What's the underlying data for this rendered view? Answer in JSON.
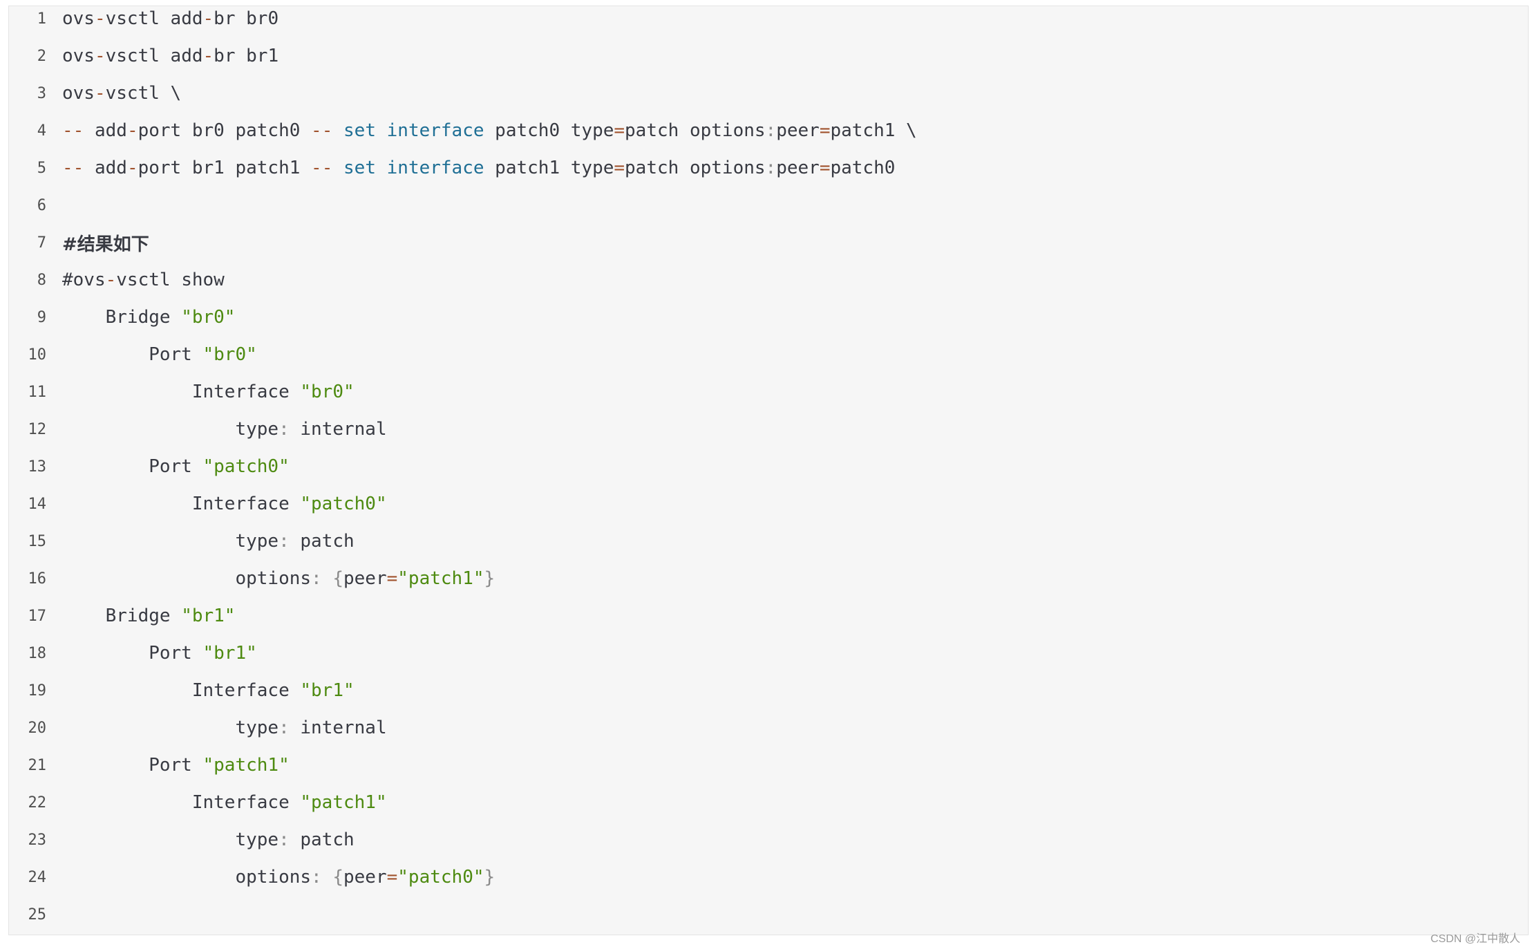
{
  "code_lines": [
    {
      "n": "1",
      "tokens": [
        {
          "t": "ovs",
          "c": ""
        },
        {
          "t": "-",
          "c": "op"
        },
        {
          "t": "vsctl add",
          "c": ""
        },
        {
          "t": "-",
          "c": "op"
        },
        {
          "t": "br br0",
          "c": ""
        }
      ]
    },
    {
      "n": "2",
      "tokens": [
        {
          "t": "ovs",
          "c": ""
        },
        {
          "t": "-",
          "c": "op"
        },
        {
          "t": "vsctl add",
          "c": ""
        },
        {
          "t": "-",
          "c": "op"
        },
        {
          "t": "br br1",
          "c": ""
        }
      ]
    },
    {
      "n": "3",
      "tokens": [
        {
          "t": "ovs",
          "c": ""
        },
        {
          "t": "-",
          "c": "op"
        },
        {
          "t": "vsctl \\",
          "c": ""
        }
      ]
    },
    {
      "n": "4",
      "tokens": [
        {
          "t": "--",
          "c": "op"
        },
        {
          "t": " add",
          "c": ""
        },
        {
          "t": "-",
          "c": "op"
        },
        {
          "t": "port br0 patch0 ",
          "c": ""
        },
        {
          "t": "--",
          "c": "op"
        },
        {
          "t": " ",
          "c": ""
        },
        {
          "t": "set",
          "c": "kw"
        },
        {
          "t": " ",
          "c": ""
        },
        {
          "t": "interface",
          "c": "kw"
        },
        {
          "t": " patch0 type",
          "c": ""
        },
        {
          "t": "=",
          "c": "op"
        },
        {
          "t": "patch options",
          "c": ""
        },
        {
          "t": ":",
          "c": "punc"
        },
        {
          "t": "peer",
          "c": ""
        },
        {
          "t": "=",
          "c": "op"
        },
        {
          "t": "patch1 \\",
          "c": ""
        }
      ]
    },
    {
      "n": "5",
      "tokens": [
        {
          "t": "--",
          "c": "op"
        },
        {
          "t": " add",
          "c": ""
        },
        {
          "t": "-",
          "c": "op"
        },
        {
          "t": "port br1 patch1 ",
          "c": ""
        },
        {
          "t": "--",
          "c": "op"
        },
        {
          "t": " ",
          "c": ""
        },
        {
          "t": "set",
          "c": "kw"
        },
        {
          "t": " ",
          "c": ""
        },
        {
          "t": "interface",
          "c": "kw"
        },
        {
          "t": " patch1 type",
          "c": ""
        },
        {
          "t": "=",
          "c": "op"
        },
        {
          "t": "patch options",
          "c": ""
        },
        {
          "t": ":",
          "c": "punc"
        },
        {
          "t": "peer",
          "c": ""
        },
        {
          "t": "=",
          "c": "op"
        },
        {
          "t": "patch0",
          "c": ""
        }
      ]
    },
    {
      "n": "6",
      "tokens": []
    },
    {
      "n": "7",
      "tokens": [
        {
          "t": "#结果如下",
          "c": "comment"
        }
      ]
    },
    {
      "n": "8",
      "tokens": [
        {
          "t": "#ovs",
          "c": ""
        },
        {
          "t": "-",
          "c": "op"
        },
        {
          "t": "vsctl show",
          "c": ""
        }
      ]
    },
    {
      "n": "9",
      "tokens": [
        {
          "t": "    Bridge ",
          "c": ""
        },
        {
          "t": "\"br0\"",
          "c": "str"
        }
      ]
    },
    {
      "n": "10",
      "tokens": [
        {
          "t": "        Port ",
          "c": ""
        },
        {
          "t": "\"br0\"",
          "c": "str"
        }
      ]
    },
    {
      "n": "11",
      "tokens": [
        {
          "t": "            Interface ",
          "c": ""
        },
        {
          "t": "\"br0\"",
          "c": "str"
        }
      ]
    },
    {
      "n": "12",
      "tokens": [
        {
          "t": "                type",
          "c": ""
        },
        {
          "t": ":",
          "c": "punc"
        },
        {
          "t": " internal",
          "c": ""
        }
      ]
    },
    {
      "n": "13",
      "tokens": [
        {
          "t": "        Port ",
          "c": ""
        },
        {
          "t": "\"patch0\"",
          "c": "str"
        }
      ]
    },
    {
      "n": "14",
      "tokens": [
        {
          "t": "            Interface ",
          "c": ""
        },
        {
          "t": "\"patch0\"",
          "c": "str"
        }
      ]
    },
    {
      "n": "15",
      "tokens": [
        {
          "t": "                type",
          "c": ""
        },
        {
          "t": ":",
          "c": "punc"
        },
        {
          "t": " patch",
          "c": ""
        }
      ]
    },
    {
      "n": "16",
      "tokens": [
        {
          "t": "                options",
          "c": ""
        },
        {
          "t": ":",
          "c": "punc"
        },
        {
          "t": " ",
          "c": ""
        },
        {
          "t": "{",
          "c": "punc"
        },
        {
          "t": "peer",
          "c": ""
        },
        {
          "t": "=",
          "c": "op"
        },
        {
          "t": "\"patch1\"",
          "c": "str"
        },
        {
          "t": "}",
          "c": "punc"
        }
      ]
    },
    {
      "n": "17",
      "tokens": [
        {
          "t": "    Bridge ",
          "c": ""
        },
        {
          "t": "\"br1\"",
          "c": "str"
        }
      ]
    },
    {
      "n": "18",
      "tokens": [
        {
          "t": "        Port ",
          "c": ""
        },
        {
          "t": "\"br1\"",
          "c": "str"
        }
      ]
    },
    {
      "n": "19",
      "tokens": [
        {
          "t": "            Interface ",
          "c": ""
        },
        {
          "t": "\"br1\"",
          "c": "str"
        }
      ]
    },
    {
      "n": "20",
      "tokens": [
        {
          "t": "                type",
          "c": ""
        },
        {
          "t": ":",
          "c": "punc"
        },
        {
          "t": " internal",
          "c": ""
        }
      ]
    },
    {
      "n": "21",
      "tokens": [
        {
          "t": "        Port ",
          "c": ""
        },
        {
          "t": "\"patch1\"",
          "c": "str"
        }
      ]
    },
    {
      "n": "22",
      "tokens": [
        {
          "t": "            Interface ",
          "c": ""
        },
        {
          "t": "\"patch1\"",
          "c": "str"
        }
      ]
    },
    {
      "n": "23",
      "tokens": [
        {
          "t": "                type",
          "c": ""
        },
        {
          "t": ":",
          "c": "punc"
        },
        {
          "t": " patch",
          "c": ""
        }
      ]
    },
    {
      "n": "24",
      "tokens": [
        {
          "t": "                options",
          "c": ""
        },
        {
          "t": ":",
          "c": "punc"
        },
        {
          "t": " ",
          "c": ""
        },
        {
          "t": "{",
          "c": "punc"
        },
        {
          "t": "peer",
          "c": ""
        },
        {
          "t": "=",
          "c": "op"
        },
        {
          "t": "\"patch0\"",
          "c": "str"
        },
        {
          "t": "}",
          "c": "punc"
        }
      ]
    },
    {
      "n": "25",
      "tokens": []
    }
  ],
  "watermark": "CSDN @江中散人",
  "colors": {
    "background": "#f6f6f6",
    "operator": "#a0522d",
    "keyword": "#1f6f95",
    "string": "#4d8a10",
    "text": "#383a42"
  }
}
